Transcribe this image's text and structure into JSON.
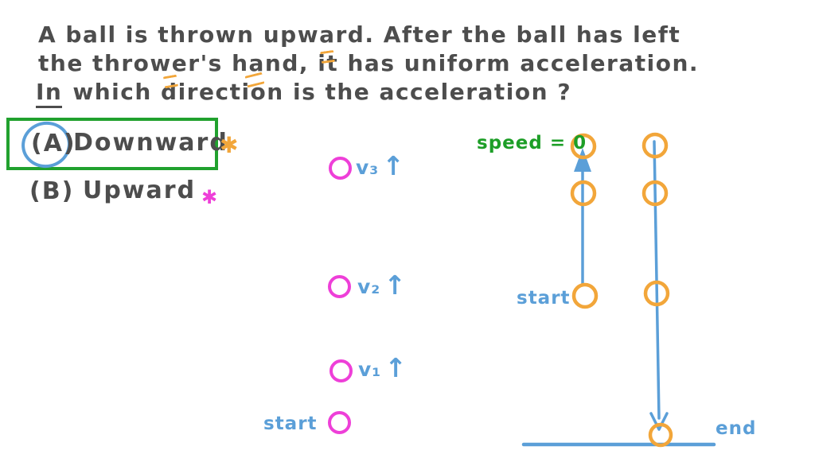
{
  "question": {
    "line1": "A ball is thrown upward. After the ball has left",
    "line2": "the thrower's hand, it has uniform acceleration.",
    "line3_first": "In",
    "line3_rest": "which direction is the acceleration ?"
  },
  "options": {
    "a": {
      "label": "(A)",
      "text": "Downward",
      "marker": "✱"
    },
    "b": {
      "label": "(B)",
      "text": "Upward",
      "marker": "✱"
    }
  },
  "left_diagram": {
    "v3": "v₃",
    "v2": "v₂",
    "v1": "v₁",
    "arrow_up": "↑",
    "start_label": "start"
  },
  "right_diagram": {
    "speed_label": "speed = 0",
    "start_label": "start",
    "end_label": "end"
  },
  "colors": {
    "ink": "#4d4d4d",
    "green": "#21a12e",
    "blue": "#5b9fd8",
    "orange": "#f2a63a",
    "magenta": "#ee3fd8"
  }
}
